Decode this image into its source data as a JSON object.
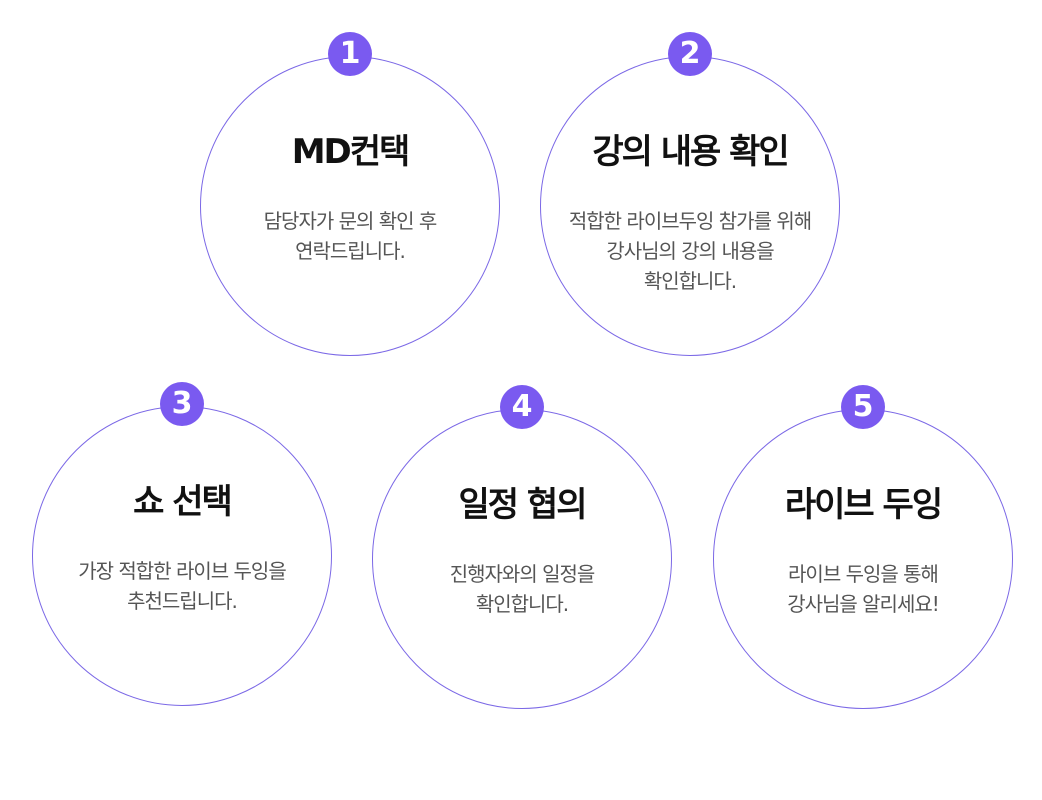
{
  "steps": [
    {
      "number": "1",
      "title": "MD컨택",
      "lines": [
        "담당자가 문의 확인 후",
        "연락드립니다."
      ]
    },
    {
      "number": "2",
      "title": "강의 내용 확인",
      "lines": [
        "적합한 라이브두잉 참가를 위해",
        "강사님의 강의 내용을",
        "확인합니다."
      ]
    },
    {
      "number": "3",
      "title": "쇼 선택",
      "lines": [
        "가장 적합한 라이브 두잉을",
        "추천드립니다."
      ]
    },
    {
      "number": "4",
      "title": "일정 협의",
      "lines": [
        "진행자와의 일정을",
        "확인합니다."
      ]
    },
    {
      "number": "5",
      "title": "라이브 두잉",
      "lines": [
        "라이브 두잉을 통해",
        "강사님을 알리세요!"
      ]
    }
  ],
  "colors": {
    "accent": "#7a5af0",
    "circle_border": "#7b68e6",
    "title_text": "#111111",
    "desc_text": "#555555"
  }
}
